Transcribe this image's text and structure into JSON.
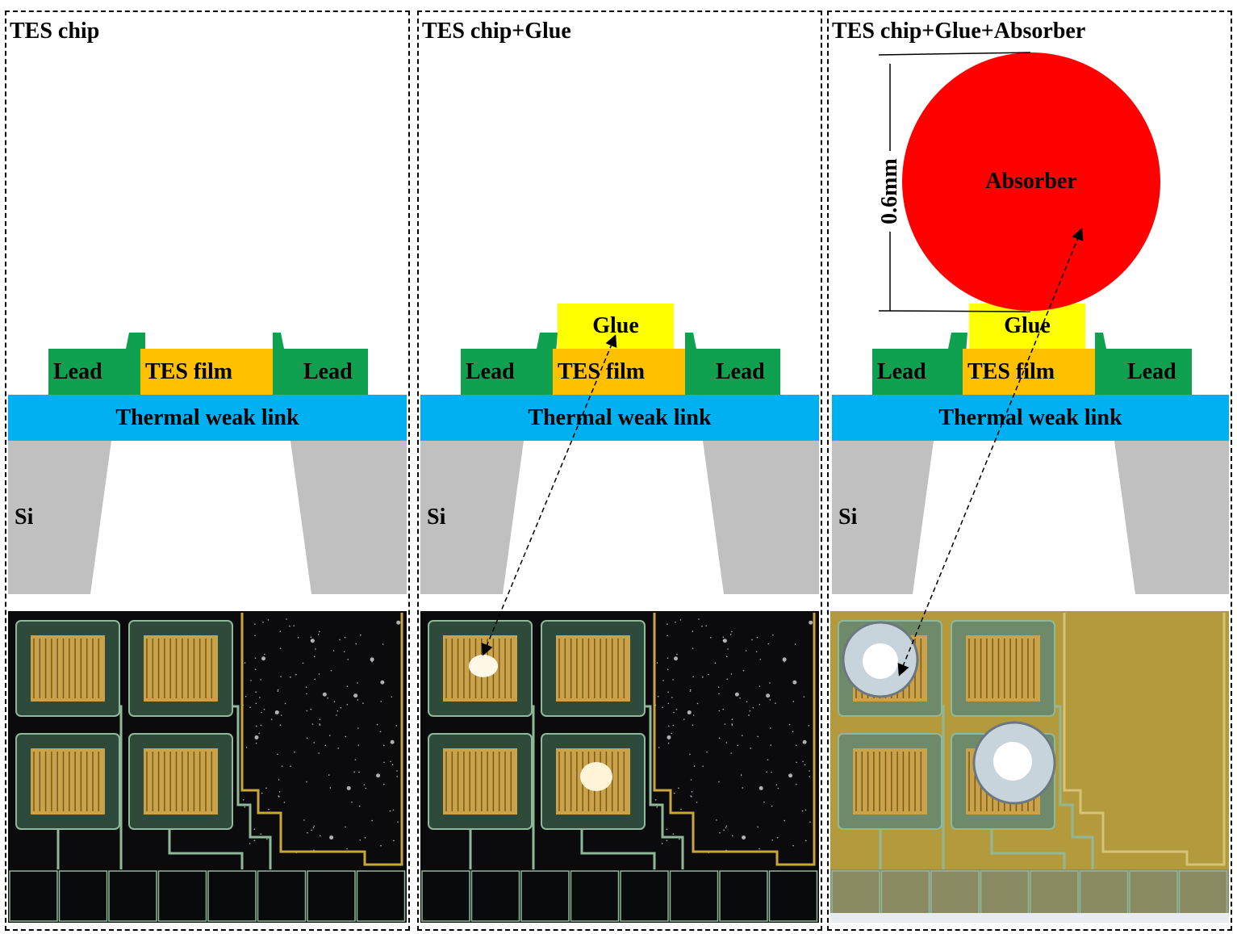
{
  "panels": [
    {
      "title": "TES chip",
      "labels": {
        "lead_left": "Lead",
        "tes_film": "TES film",
        "lead_right": "Lead",
        "weak_link": "Thermal weak link",
        "si": "Si"
      }
    },
    {
      "title": "TES chip+Glue",
      "labels": {
        "glue": "Glue",
        "lead_left": "Lead",
        "tes_film": "TES film",
        "lead_right": "Lead",
        "weak_link": "Thermal weak link",
        "si": "Si"
      }
    },
    {
      "title": "TES chip+Glue+Absorber",
      "labels": {
        "absorber": "Absorber",
        "dimension": "0.6mm",
        "glue": "Glue",
        "lead_left": "Lead",
        "tes_film": "TES film",
        "lead_right": "Lead",
        "weak_link": "Thermal weak link",
        "si": "Si"
      }
    }
  ],
  "colors": {
    "lead": "#0fa050",
    "tes_film": "#ffc000",
    "glue": "#ffff00",
    "weak_link": "#00b0f0",
    "silicon": "#c0c0c0",
    "absorber": "#ff0000",
    "photo_dark_bg": "#0b0b0d",
    "photo_bright_bg": "#b39a3c"
  },
  "photos": [
    {
      "description_icon": "micrograph-bare-tes-array",
      "glue_dots": 0,
      "absorbers": 0
    },
    {
      "description_icon": "micrograph-tes-array-with-glue",
      "glue_dots": 2,
      "absorbers": 0
    },
    {
      "description_icon": "micrograph-tes-array-with-absorbers",
      "glue_dots": 0,
      "absorbers": 2
    }
  ]
}
